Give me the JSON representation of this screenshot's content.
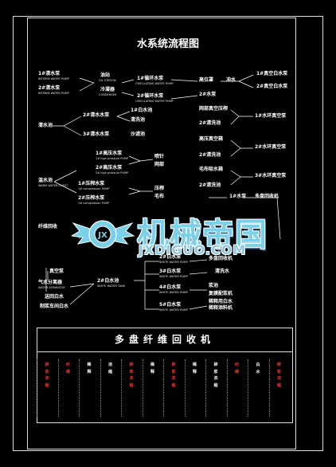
{
  "diagram": {
    "title": "水系统流程图",
    "nodes": [
      {
        "id": "n1",
        "label": "1#清水泵",
        "sub": "INTERIM WATER PUMP"
      },
      {
        "id": "n2",
        "label": "2#清水泵",
        "sub": "INTERIM WATER PUMP"
      },
      {
        "id": "n3",
        "label": "油站",
        "sub": "OIL STATION"
      },
      {
        "id": "n4",
        "label": "冷凝器",
        "sub": "CONDENSER"
      },
      {
        "id": "n5",
        "label": "1#循环水泵",
        "sub": "CIRCULATING WATER PUMP"
      },
      {
        "id": "n6",
        "label": "2#循环水泵",
        "sub": "CIRCULATING WATER PUMP"
      },
      {
        "id": "n7",
        "label": "高位罩"
      },
      {
        "id": "n8",
        "label": "冲水"
      },
      {
        "id": "n9",
        "label": "1#真空白水泵"
      },
      {
        "id": "n10",
        "label": "2#真空白水泵"
      },
      {
        "id": "n11",
        "label": "2#水泵"
      },
      {
        "id": "n12",
        "label": "清水池"
      },
      {
        "id": "n13",
        "label": "2#清水水泵"
      },
      {
        "id": "n14",
        "label": "3#清水水泵"
      },
      {
        "id": "n15",
        "label": "网部真空压榨"
      },
      {
        "id": "n16",
        "label": "2#清洗池"
      },
      {
        "id": "n17",
        "label": "1#水环真空泵"
      },
      {
        "id": "n18",
        "label": "1#白水池"
      },
      {
        "id": "n19",
        "label": "清洗池"
      },
      {
        "id": "n20",
        "label": "沙滤池"
      },
      {
        "id": "n21",
        "label": "高压真空箱"
      },
      {
        "id": "n22",
        "label": "2#清洗池"
      },
      {
        "id": "n23",
        "label": "2#水环真空泵"
      },
      {
        "id": "n24",
        "label": "1#高压水泵",
        "sub": "1# high pressure PUMP"
      },
      {
        "id": "n25",
        "label": "2#高压水泵",
        "sub": "2# high pressure PUMP"
      },
      {
        "id": "n26",
        "label": "喷针"
      },
      {
        "id": "n27",
        "label": "网部"
      },
      {
        "id": "n28",
        "label": "毛布吸水箱"
      },
      {
        "id": "n29",
        "label": "2#清洗池"
      },
      {
        "id": "n30",
        "label": "3#水环真空泵"
      },
      {
        "id": "n31",
        "label": "温水池",
        "sub": "WARM WATER CHEST"
      },
      {
        "id": "n32",
        "label": "1#压榨水泵",
        "sub": "1# compression PUMP"
      },
      {
        "id": "n33",
        "label": "2#压榨水泵",
        "sub": "2# compression PUMP"
      },
      {
        "id": "n34",
        "label": "压榨"
      },
      {
        "id": "n35",
        "label": "毛布"
      },
      {
        "id": "n36",
        "label": "1#水泵"
      },
      {
        "id": "n37",
        "label": "多盘回收机"
      },
      {
        "id": "n38",
        "label": "纤维回收"
      },
      {
        "id": "n39",
        "label": "真空泵"
      },
      {
        "id": "n40",
        "label": "气水分离器",
        "sub": "WATER SEPARATOR"
      },
      {
        "id": "n41",
        "label": "送回白水"
      },
      {
        "id": "n42",
        "label": "制浆车间白水"
      },
      {
        "id": "n43",
        "label": "2#白水池",
        "sub": "WHITE WATER TANK"
      },
      {
        "id": "n44",
        "label": "2#白水泵",
        "sub": "WHITE WATER PUMP"
      },
      {
        "id": "n45",
        "label": "3#白水泵",
        "sub": "WHITE WATER PUMP"
      },
      {
        "id": "n46",
        "label": "4#白水泵",
        "sub": "WHITE WATER PUMP"
      },
      {
        "id": "n47",
        "label": "5#白水泵",
        "sub": "WHITE WATER PUMP"
      },
      {
        "id": "n48",
        "label": "多盘回收机"
      },
      {
        "id": "n49",
        "label": "清洗水"
      },
      {
        "id": "n50",
        "label": "浆池"
      },
      {
        "id": "n51",
        "label": "复膜配浆机"
      },
      {
        "id": "n52",
        "label": "稀释用白水"
      },
      {
        "id": "n53",
        "label": "稀释添料机"
      }
    ]
  },
  "legend_box": {
    "title": "多盘纤维回收机",
    "columns": [
      "碎浆浓缩",
      "纤维",
      "稀释",
      "浓缩",
      "碎浆浓缩",
      "稀释",
      "碎浆浓缩",
      "稀释",
      "碎浆浓缩",
      "纤维",
      "白水",
      "碎浆浓缩"
    ]
  },
  "watermark": {
    "cn": "机械帝国",
    "en": "JXDIGUO.COM"
  },
  "colors": {
    "background": "#000000",
    "line": "#ffffff",
    "highlight": "#ff3030",
    "logo": "#7ad0e8"
  }
}
